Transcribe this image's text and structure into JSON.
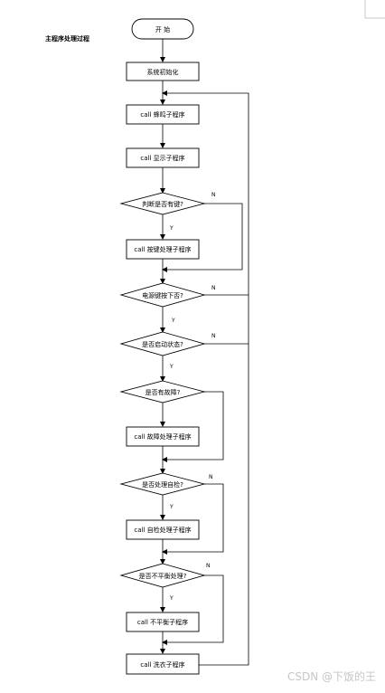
{
  "diagram": {
    "title": "主程序处理过程",
    "watermark": "CSDN @下饭的王",
    "nodes": {
      "start": "开  始",
      "init": "系统初始化",
      "buzzer": "call  蜂鸣子程序",
      "display": "call  显示子程序",
      "key_check": "判断是否有键?",
      "key_proc": "call  按键处理子程序",
      "power_key": "电源键按下否?",
      "start_state": "是否启动状态?",
      "fault_check": "是否有故障?",
      "fault_proc": "call  故障处理子程序",
      "selfcheck": "是否处理自检?",
      "selfcheck_proc": "call  自检处理子程序",
      "unbalance_check": "是否不平衡处理?",
      "unbalance_proc": "call 不平衡子程序",
      "wash": "call  洗衣子程序"
    },
    "labels": {
      "yes": "Y",
      "no": "N"
    }
  }
}
